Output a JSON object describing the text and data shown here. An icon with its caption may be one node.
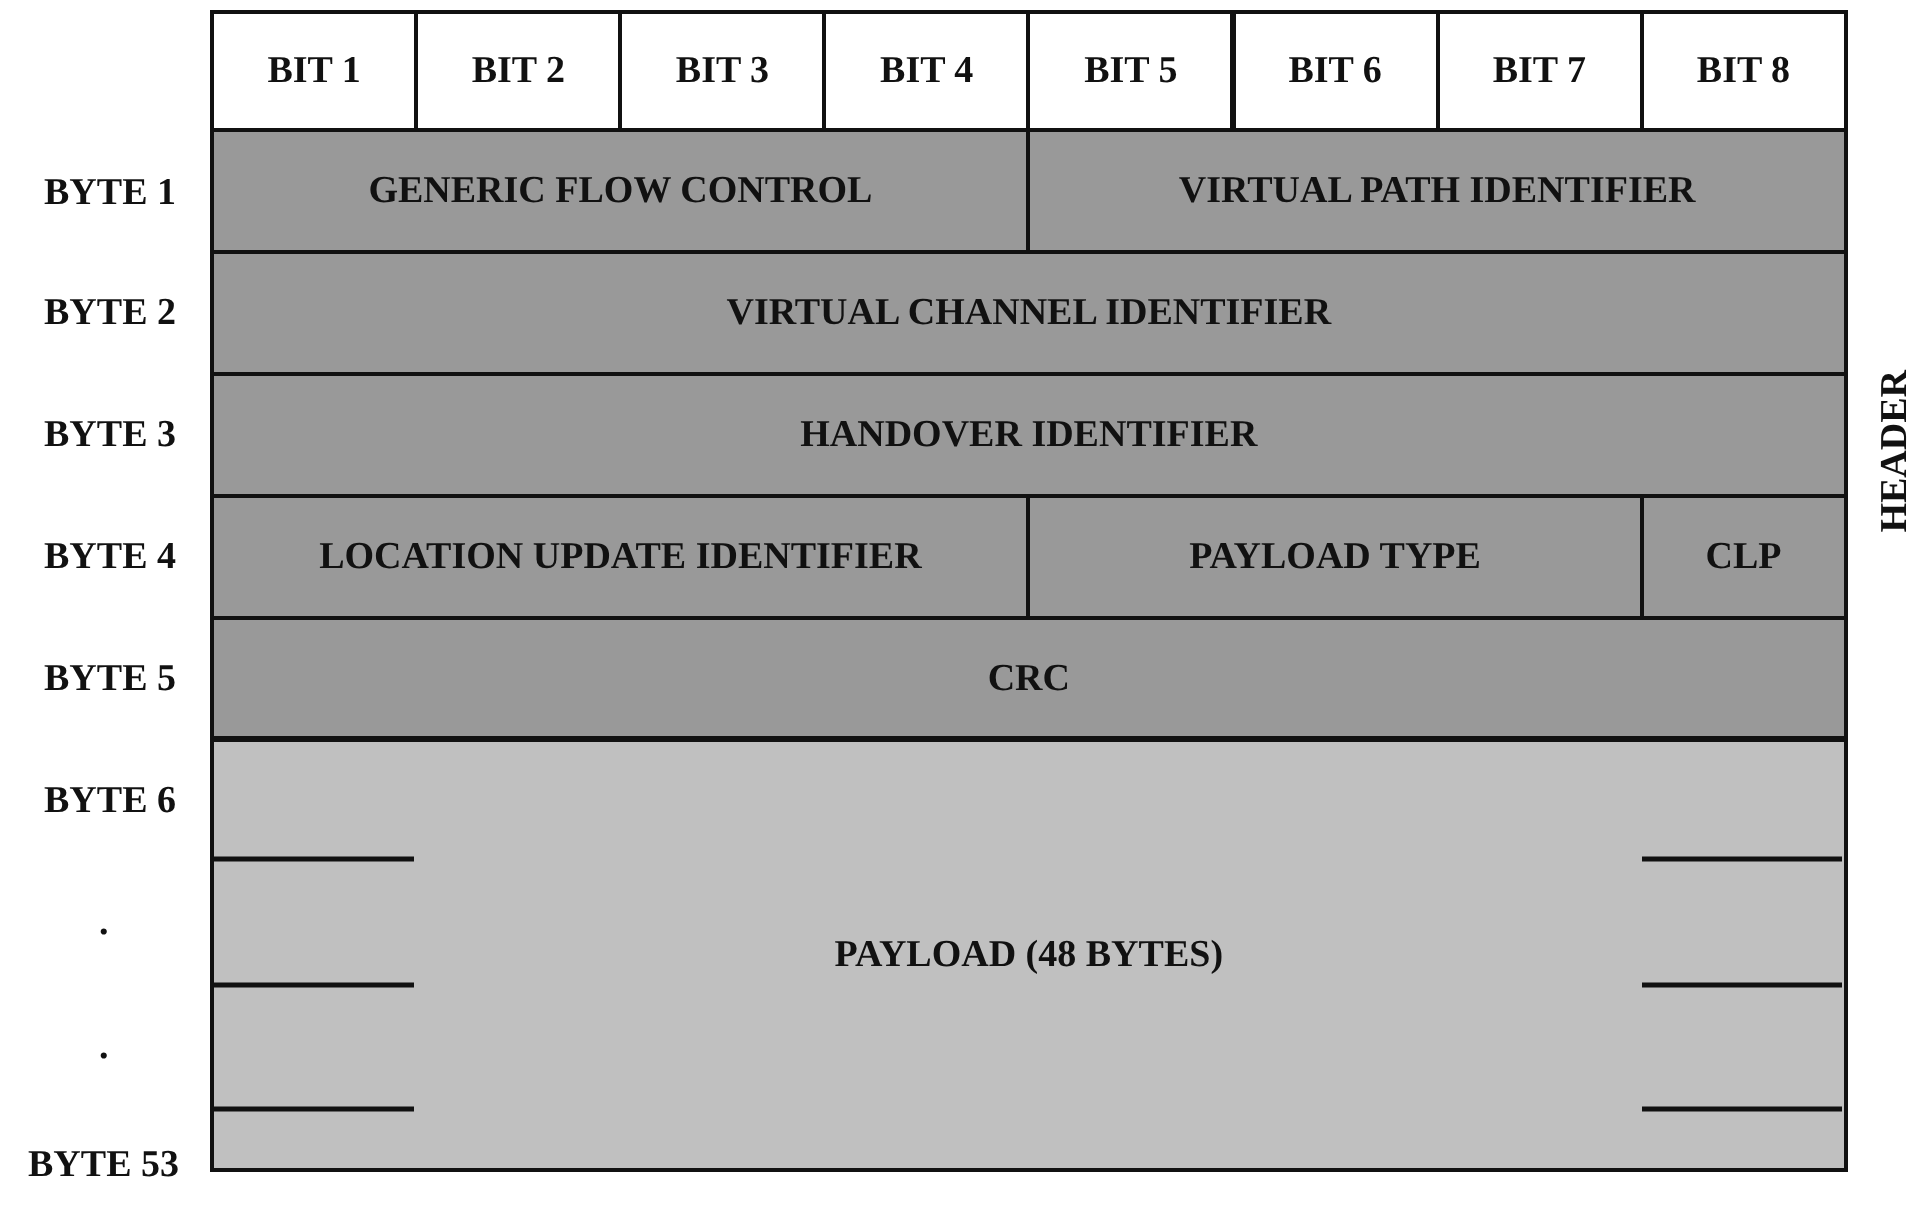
{
  "diagram": {
    "nodes": [
      {
        "text": [
          "BIT 1"
        ]
      },
      {
        "text": [
          "BIT 2"
        ]
      },
      {
        "text": [
          "BIT 3"
        ]
      },
      {
        "text": [
          "BIT 4"
        ]
      },
      {
        "text": [
          "BIT 5"
        ]
      },
      {
        "text": [
          "BIT 6"
        ]
      },
      {
        "text": [
          "BIT 7"
        ]
      },
      {
        "text": [
          "BIT 8"
        ]
      },
      {
        "text": [
          "GENERIC FLOW CONTROL"
        ]
      },
      {
        "text": [
          "VIRTUAL PATH IDENTIFIER"
        ]
      },
      {
        "text": [
          "VIRTUAL CHANNEL IDENTIFIER"
        ]
      },
      {
        "text": [
          "HANDOVER IDENTIFIER"
        ]
      },
      {
        "text": [
          "LOCATION UPDATE IDENTIFIER"
        ]
      },
      {
        "text": [
          "PAYLOAD TYPE"
        ]
      },
      {
        "text": [
          "CLP"
        ]
      },
      {
        "text": [
          "CRC"
        ]
      },
      {
        "text": [
          "PAYLOAD (48 BYTES)"
        ]
      }
    ],
    "labels": [
      "BYTE 1",
      "BYTE 2",
      "BYTE 3",
      "BYTE 4",
      "BYTE 5",
      "BYTE 6",
      ".",
      ".",
      "BYTE 53",
      "HEADER"
    ]
  }
}
